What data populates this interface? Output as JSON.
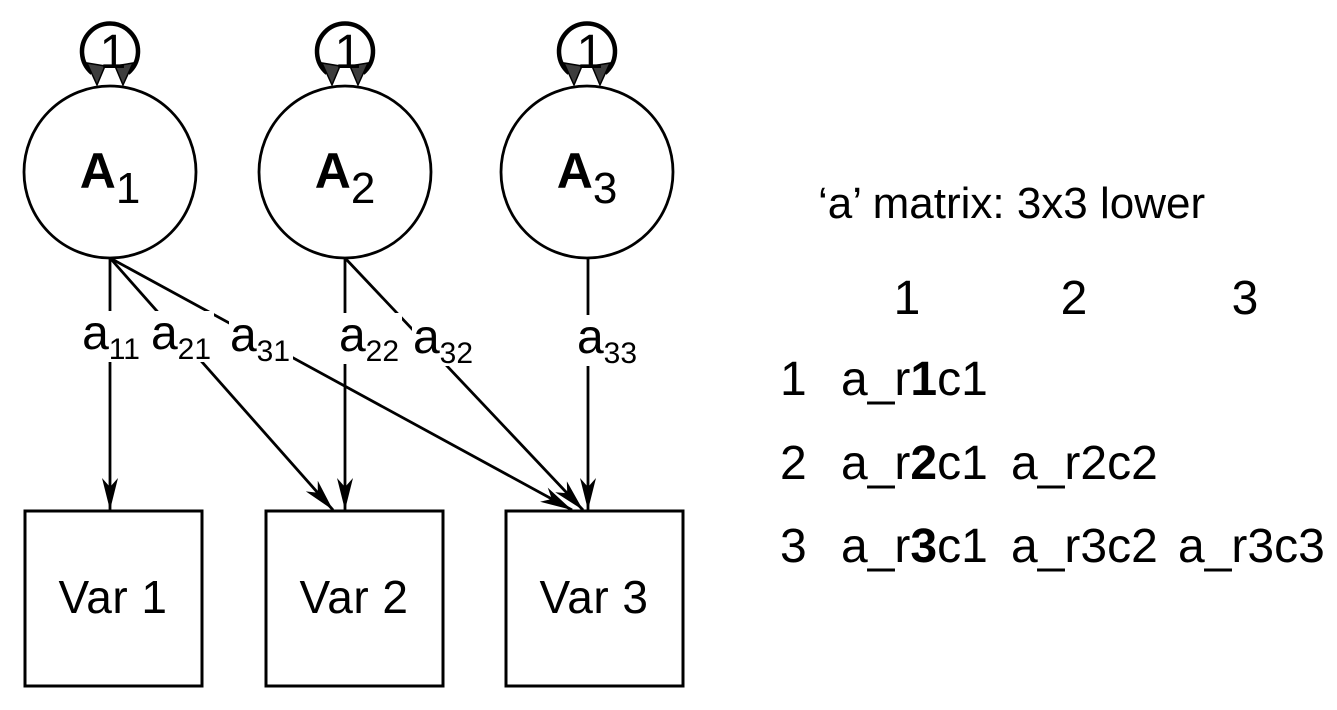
{
  "canvas": {
    "background": "#ffffff",
    "ink": "#000000",
    "loop_arrow_fill": "#3d3d3d"
  },
  "diagram": {
    "latents": [
      {
        "label": "A",
        "sub": "1",
        "loop_label": "1"
      },
      {
        "label": "A",
        "sub": "2",
        "loop_label": "1"
      },
      {
        "label": "A",
        "sub": "3",
        "loop_label": "1"
      }
    ],
    "paths": [
      {
        "base": "a",
        "sub": "11"
      },
      {
        "base": "a",
        "sub": "21"
      },
      {
        "base": "a",
        "sub": "31"
      },
      {
        "base": "a",
        "sub": "22"
      },
      {
        "base": "a",
        "sub": "32"
      },
      {
        "base": "a",
        "sub": "33"
      }
    ],
    "manifests": [
      {
        "label": "Var 1"
      },
      {
        "label": "Var 2"
      },
      {
        "label": "Var 3"
      }
    ]
  },
  "matrix_panel": {
    "title": "‘a’ matrix: 3x3 lower",
    "col_headers": [
      "1",
      "2",
      "3"
    ],
    "rows": [
      {
        "label": "1",
        "c1_pre": "a_r",
        "c1_bold": "1",
        "c1_post": "c1"
      },
      {
        "label": "2",
        "c1_pre": "a_r",
        "c1_bold": "2",
        "c1_post": "c1",
        "c2": "a_r2c2"
      },
      {
        "label": "3",
        "c1_pre": "a_r",
        "c1_bold": "3",
        "c1_post": "c1",
        "c2": "a_r3c2",
        "c3": "a_r3c3"
      }
    ]
  }
}
